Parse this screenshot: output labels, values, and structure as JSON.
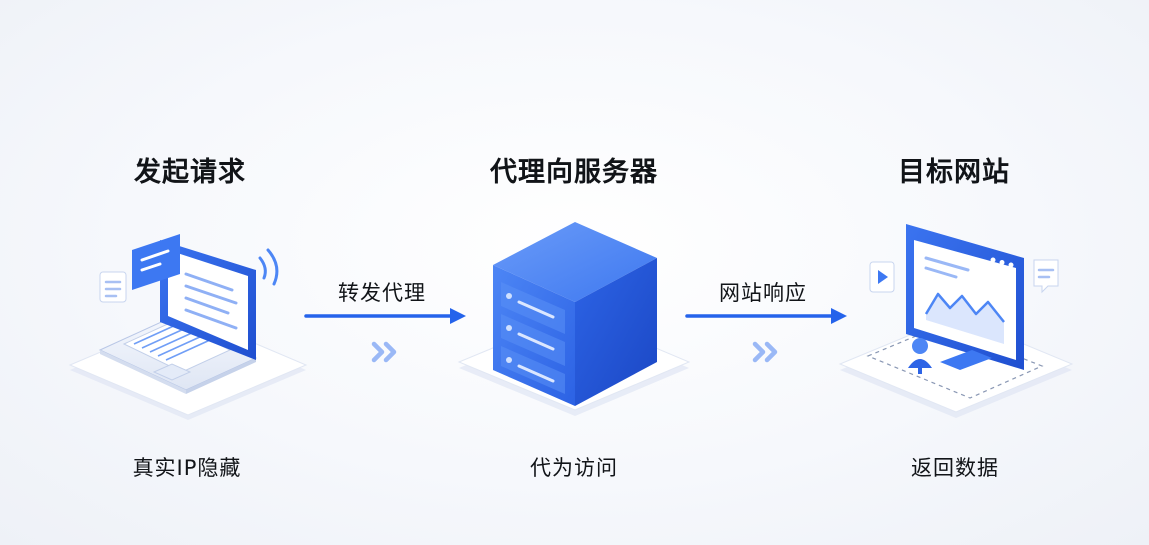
{
  "stages": [
    {
      "title": "发起请求",
      "caption": "真实IP隐藏"
    },
    {
      "title": "代理向服务器",
      "caption": "代为访问"
    },
    {
      "title": "目标网站",
      "caption": "返回数据"
    }
  ],
  "arrows": [
    {
      "label": "转发代理"
    },
    {
      "label": "网站响应"
    }
  ],
  "icons": [
    "laptop-icon",
    "wifi-signal-icon",
    "message-card-icon",
    "document-icon",
    "server-cube-icon",
    "browser-window-icon",
    "play-video-icon",
    "chat-icon",
    "user-avatar-icon",
    "double-chevron-icon",
    "right-arrow-icon"
  ],
  "colors": {
    "primary": "#2563eb",
    "primary_light": "#4d86f5",
    "primary_dark": "#1b47c4",
    "platform": "#f3f6fc",
    "text": "#111418"
  }
}
